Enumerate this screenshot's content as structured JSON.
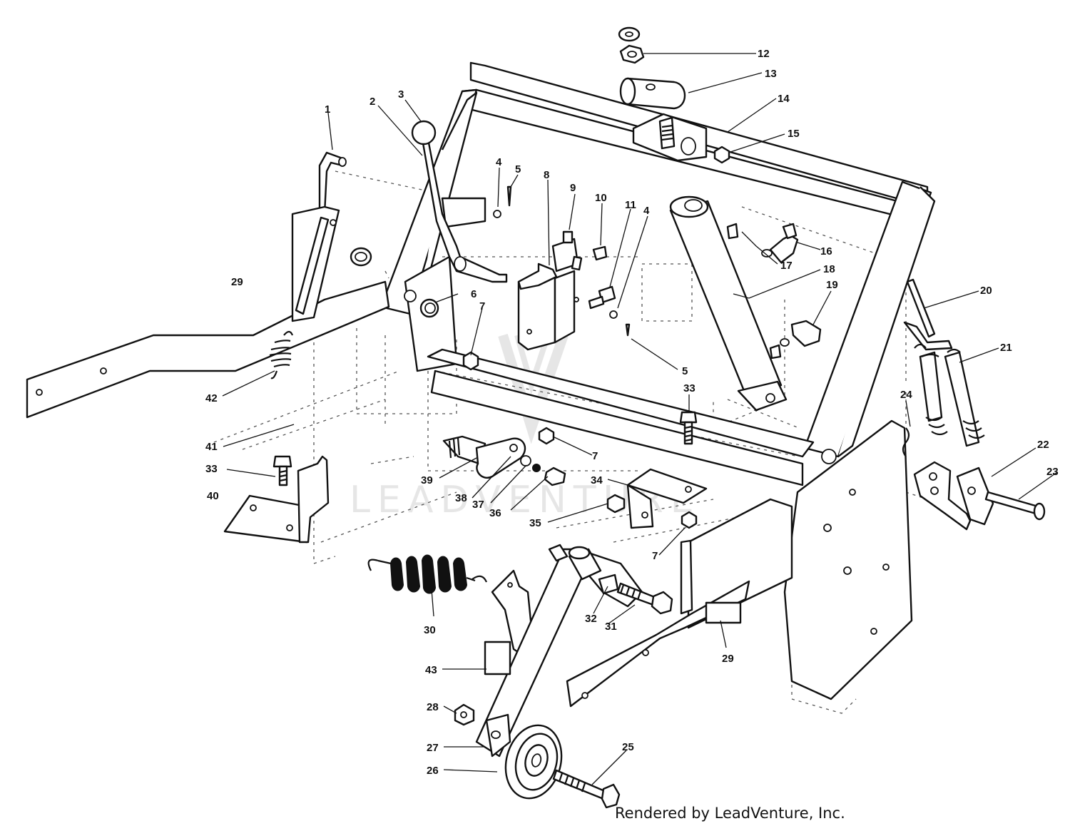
{
  "diagram": {
    "watermark": "LEADVENTURE",
    "credit": "Rendered by LeadVenture, Inc.",
    "callouts": [
      {
        "id": "c1",
        "label": "1"
      },
      {
        "id": "c2",
        "label": "2"
      },
      {
        "id": "c3",
        "label": "3"
      },
      {
        "id": "c4a",
        "label": "4"
      },
      {
        "id": "c5a",
        "label": "5"
      },
      {
        "id": "c8",
        "label": "8"
      },
      {
        "id": "c9",
        "label": "9"
      },
      {
        "id": "c10",
        "label": "10"
      },
      {
        "id": "c11",
        "label": "11"
      },
      {
        "id": "c4b",
        "label": "4"
      },
      {
        "id": "c12",
        "label": "12"
      },
      {
        "id": "c13",
        "label": "13"
      },
      {
        "id": "c14",
        "label": "14"
      },
      {
        "id": "c15",
        "label": "15"
      },
      {
        "id": "c16",
        "label": "16"
      },
      {
        "id": "c17",
        "label": "17"
      },
      {
        "id": "c18",
        "label": "18"
      },
      {
        "id": "c19",
        "label": "19"
      },
      {
        "id": "c20",
        "label": "20"
      },
      {
        "id": "c21",
        "label": "21"
      },
      {
        "id": "c22",
        "label": "22"
      },
      {
        "id": "c23",
        "label": "23"
      },
      {
        "id": "c24",
        "label": "24"
      },
      {
        "id": "c29a",
        "label": "29"
      },
      {
        "id": "c6",
        "label": "6"
      },
      {
        "id": "c7a",
        "label": "7"
      },
      {
        "id": "c5b",
        "label": "5"
      },
      {
        "id": "c33a",
        "label": "33"
      },
      {
        "id": "c42",
        "label": "42"
      },
      {
        "id": "c41",
        "label": "41"
      },
      {
        "id": "c33b",
        "label": "33"
      },
      {
        "id": "c40",
        "label": "40"
      },
      {
        "id": "c7b",
        "label": "7"
      },
      {
        "id": "c39",
        "label": "39"
      },
      {
        "id": "c38",
        "label": "38"
      },
      {
        "id": "c37",
        "label": "37"
      },
      {
        "id": "c36",
        "label": "36"
      },
      {
        "id": "c34",
        "label": "34"
      },
      {
        "id": "c35",
        "label": "35"
      },
      {
        "id": "c7c",
        "label": "7"
      },
      {
        "id": "c30",
        "label": "30"
      },
      {
        "id": "c32",
        "label": "32"
      },
      {
        "id": "c31",
        "label": "31"
      },
      {
        "id": "c29b",
        "label": "29"
      },
      {
        "id": "c43",
        "label": "43"
      },
      {
        "id": "c28",
        "label": "28"
      },
      {
        "id": "c27",
        "label": "27"
      },
      {
        "id": "c26",
        "label": "26"
      },
      {
        "id": "c25",
        "label": "25"
      }
    ]
  }
}
